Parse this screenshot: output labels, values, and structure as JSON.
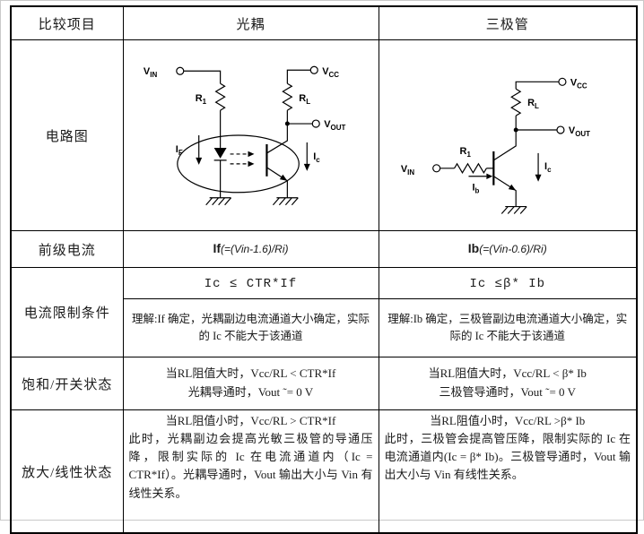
{
  "header": {
    "col_item": "比较项目",
    "col_opto": "光耦",
    "col_transistor": "三极管"
  },
  "rows": {
    "circuit": {
      "label": "电路图"
    },
    "prestage": {
      "label": "前级电流",
      "opto": {
        "bold": "If",
        "formula": "(=(Vin-1.6)/Ri)"
      },
      "transistor": {
        "bold": "Ib",
        "formula": "(=(Vin-0.6)/Ri)"
      }
    },
    "limit": {
      "label": "电流限制条件",
      "opto": {
        "equation": "Ic ≤ CTR*If",
        "note": "理解:If 确定，光耦副边电流通道大小确定，实际的 Ic 不能大于该通道"
      },
      "transistor": {
        "equation": "Ic ≤β* Ib",
        "note": "理解:Ib 确定，三极管副边电流通道大小确定，实际的 Ic 不能大于该通道"
      }
    },
    "saturation": {
      "label": "饱和/开关状态",
      "opto": {
        "line1": "当RL阻值大时，Vcc/RL < CTR*If",
        "line2": "光耦导通时，Vout ˜= 0 V"
      },
      "transistor": {
        "line1": "当RL阻值大时，Vcc/RL < β* Ib",
        "line2": "三极管导通时，Vout ˜= 0 V"
      }
    },
    "linear": {
      "label": "放大/线性状态",
      "opto": {
        "line1": "当RL阻值小时，Vcc/RL > CTR*If",
        "body": "此时，光耦副边会提高光敏三极管的导通压降，限制实际的 Ic 在电流通道内（Ic = CTR*If）。光耦导通时，Vout 输出大小与 Vin 有线性关系。"
      },
      "transistor": {
        "line1": "当RL阻值小时，Vcc/RL >β* Ib",
        "body": "此时，三极管会提高管压降，限制实际的 Ic 在电流通道内(Ic = β* Ib)。三极管导通时，Vout 输出大小与 Vin 有线性关系。"
      }
    }
  },
  "opto_circuit": {
    "vin_main": "V",
    "vin_sub": "IN",
    "r1_main": "R",
    "r1_sub": "1",
    "if_main": "I",
    "if_sub": "F",
    "vcc_main": "V",
    "vcc_sub": "CC",
    "rl_main": "R",
    "rl_sub": "L",
    "vout_main": "V",
    "vout_sub": "OUT",
    "ic_main": "I",
    "ic_sub": "c"
  },
  "tr_circuit": {
    "vin_main": "V",
    "vin_sub": "IN",
    "r1_main": "R",
    "r1_sub": "1",
    "ib_main": "I",
    "ib_sub": "b",
    "vcc_main": "V",
    "vcc_sub": "CC",
    "rl_main": "R",
    "rl_sub": "L",
    "vout_main": "V",
    "vout_sub": "OUT",
    "ic_main": "I",
    "ic_sub": "c"
  },
  "colors": {
    "border": "#000000",
    "text": "#1a1a1a",
    "background": "#ffffff"
  }
}
